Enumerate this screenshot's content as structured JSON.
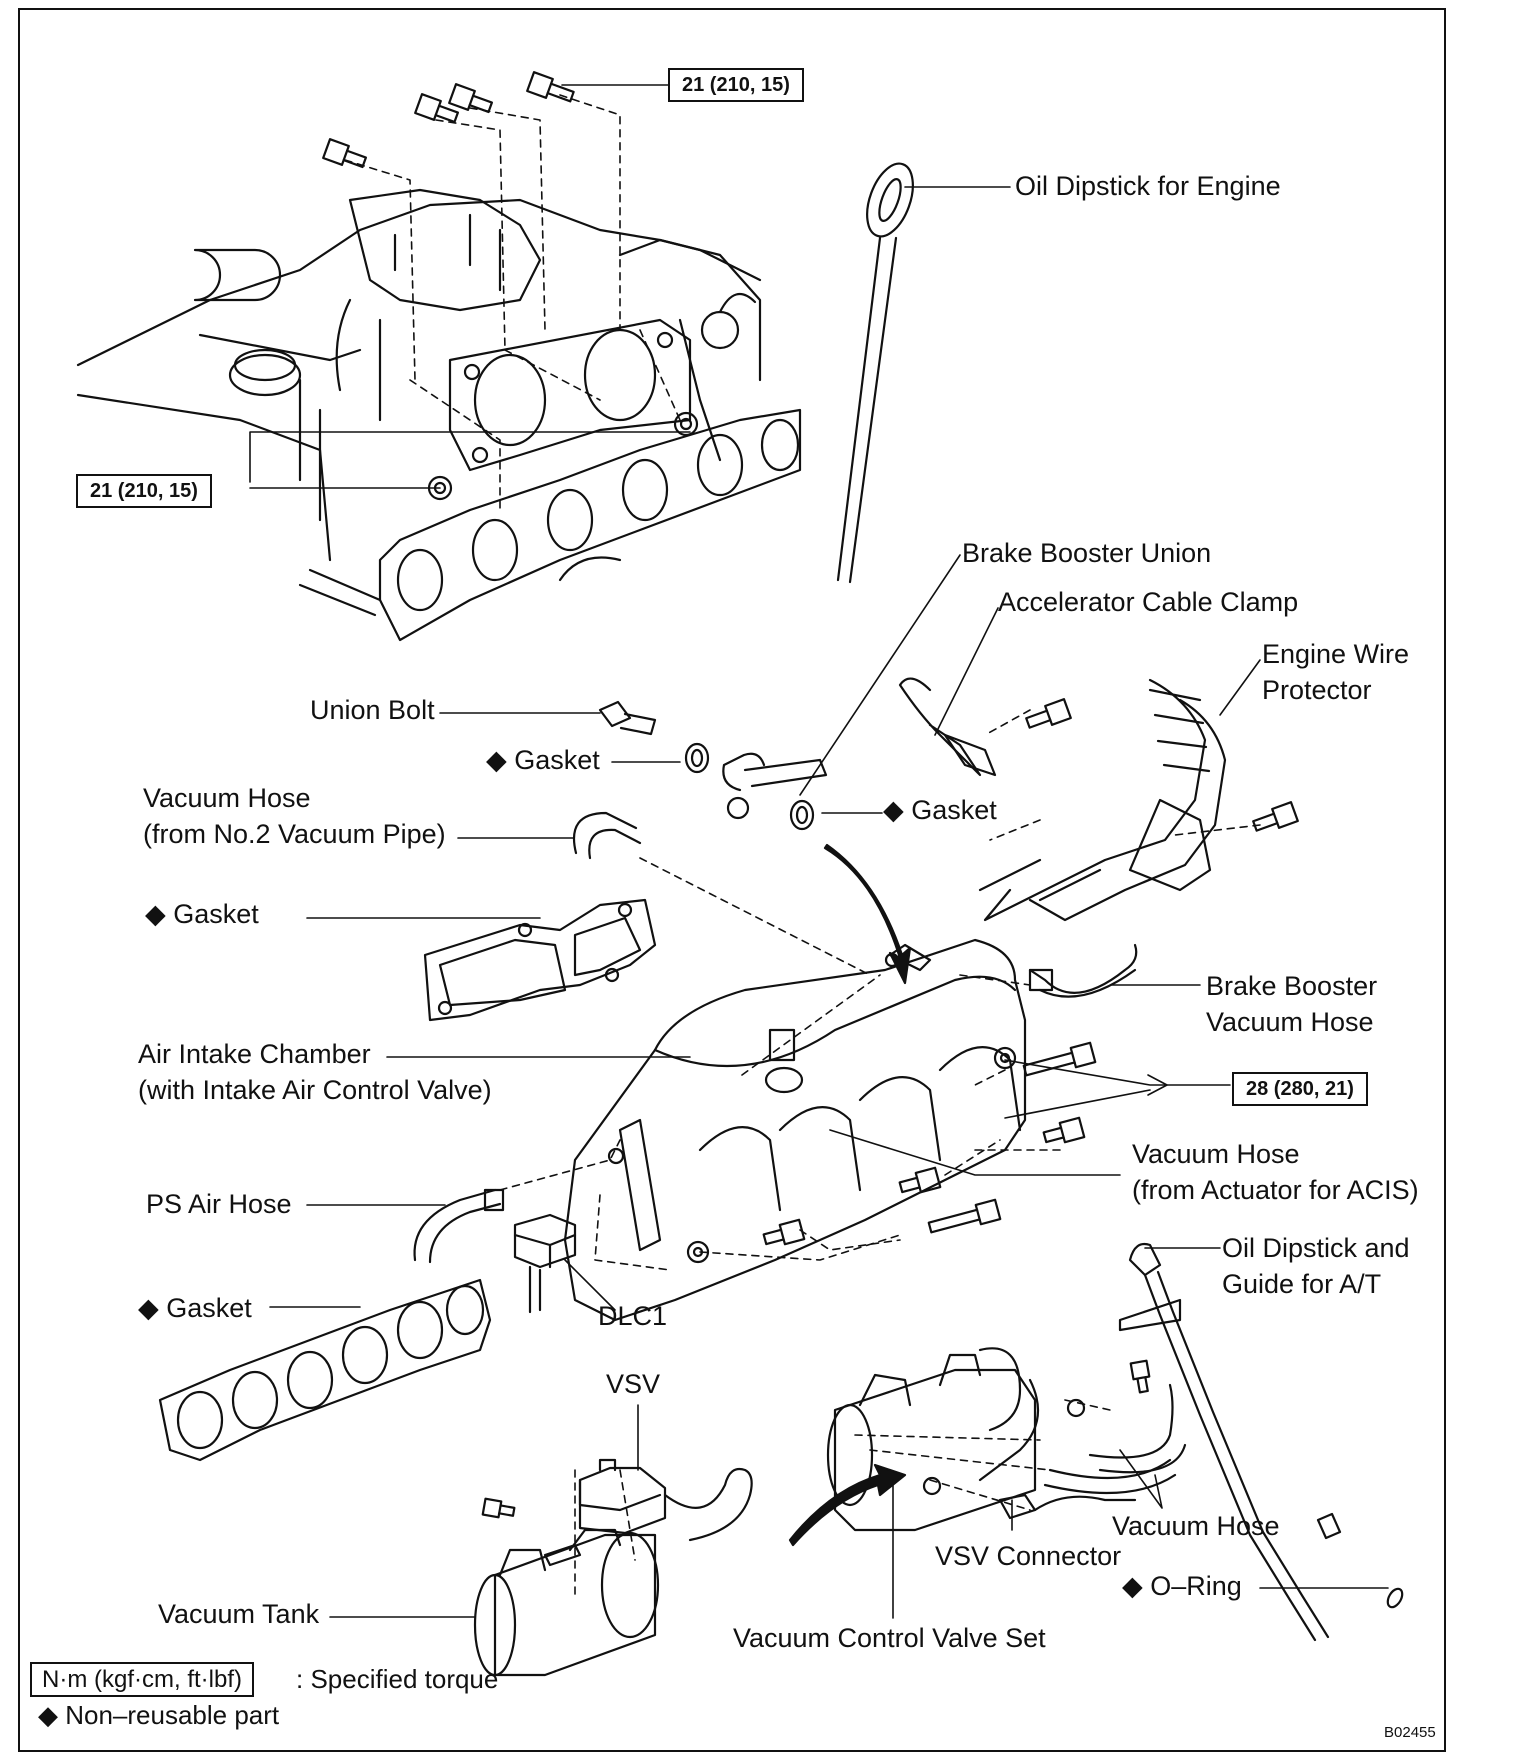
{
  "labels": {
    "torque_top": "21 (210, 15)",
    "torque_left": "21 (210, 15)",
    "torque_chamber": "28 (280, 21)",
    "oil_dipstick_engine": "Oil Dipstick for Engine",
    "brake_booster_union": "Brake Booster Union",
    "accelerator_cable_clamp": "Accelerator Cable Clamp",
    "engine_wire_protector_1": "Engine Wire",
    "engine_wire_protector_2": "Protector",
    "union_bolt": "Union Bolt",
    "gasket_union": "◆ Gasket",
    "gasket_booster": "◆ Gasket",
    "vacuum_hose_no2_1": "Vacuum Hose",
    "vacuum_hose_no2_2": "(from No.2 Vacuum Pipe)",
    "gasket_chamber": "◆ Gasket",
    "brake_booster_vacuum_hose_1": "Brake Booster",
    "brake_booster_vacuum_hose_2": "Vacuum Hose",
    "air_intake_chamber_1": "Air Intake Chamber",
    "air_intake_chamber_2": "(with Intake Air Control Valve)",
    "vacuum_hose_acis_1": "Vacuum Hose",
    "vacuum_hose_acis_2": "(from Actuator for ACIS)",
    "ps_air_hose": "PS Air Hose",
    "oil_dipstick_at_1": "Oil Dipstick and",
    "oil_dipstick_at_2": "Guide for A/T",
    "gasket_manifold": "◆ Gasket",
    "dlc1": "DLC1",
    "vsv": "VSV",
    "vacuum_hose": "Vacuum Hose",
    "vsv_connector": "VSV Connector",
    "o_ring": "◆ O–Ring",
    "vacuum_tank": "Vacuum Tank",
    "vacuum_control_valve_set": "Vacuum Control Valve Set"
  },
  "legend": {
    "torque_unit": "N·m (kgf·cm, ft·lbf)",
    "torque_text": ": Specified torque",
    "nonreusable_text": "◆ Non–reusable part"
  },
  "figure_id": "B02455"
}
